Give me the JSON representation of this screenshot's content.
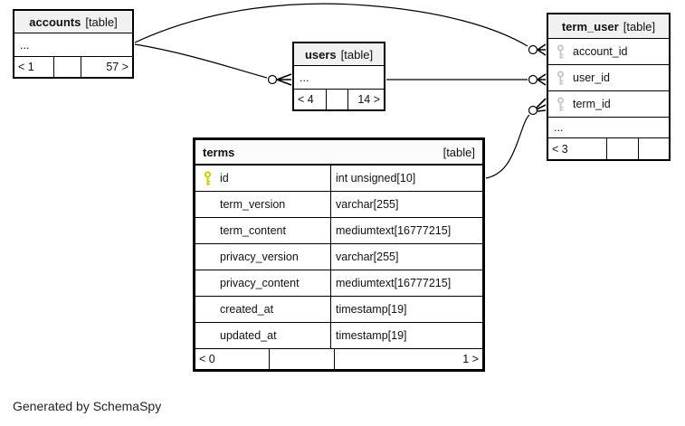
{
  "diagram": {
    "generator_note": "Generated by SchemaSpy"
  },
  "colors": {
    "header_bg": "#f1f1f1",
    "focus_header_bg": "#fbfbfb",
    "border": "#000000",
    "primary_key_icon": "#cccc00",
    "foreign_key_icon": "#c9c9c9",
    "background": "#ffffff"
  },
  "tables": {
    "accounts": {
      "title": "accounts",
      "tag": "[table]",
      "collapsed_columns": "...",
      "nav": {
        "left": "< 1",
        "middle": "",
        "right": "57 >"
      }
    },
    "users": {
      "title": "users",
      "tag": "[table]",
      "collapsed_columns": "...",
      "nav": {
        "left": "< 4",
        "middle": "",
        "right": "14 >"
      }
    },
    "term_user": {
      "title": "term_user",
      "tag": "[table]",
      "columns": [
        {
          "name": "account_id",
          "key": "foreign"
        },
        {
          "name": "user_id",
          "key": "foreign"
        },
        {
          "name": "term_id",
          "key": "foreign"
        }
      ],
      "collapsed_columns": "...",
      "nav": {
        "left": "< 3",
        "middle": "",
        "right": ""
      }
    },
    "terms": {
      "title": "terms",
      "tag": "[table]",
      "columns": [
        {
          "name": "id",
          "type": "int unsigned[10]",
          "key": "primary"
        },
        {
          "name": "term_version",
          "type": "varchar[255]"
        },
        {
          "name": "term_content",
          "type": "mediumtext[16777215]"
        },
        {
          "name": "privacy_version",
          "type": "varchar[255]"
        },
        {
          "name": "privacy_content",
          "type": "mediumtext[16777215]"
        },
        {
          "name": "created_at",
          "type": "timestamp[19]"
        },
        {
          "name": "updated_at",
          "type": "timestamp[19]"
        }
      ],
      "nav": {
        "left": "< 0",
        "middle": "",
        "right": "1 >"
      }
    }
  },
  "relationships": [
    {
      "from": "accounts",
      "to": "term_user.account_id"
    },
    {
      "from": "accounts",
      "to": "users"
    },
    {
      "from": "users",
      "to": "term_user.user_id"
    },
    {
      "from": "terms.id",
      "to": "term_user.term_id"
    }
  ]
}
